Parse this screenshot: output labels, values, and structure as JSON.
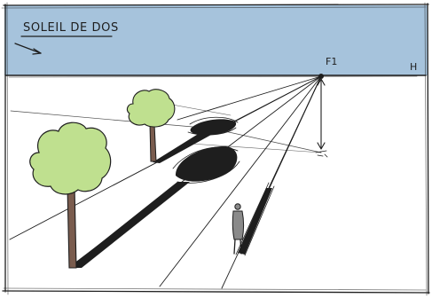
{
  "title": "SOLEIL DE DOS",
  "labels": {
    "vanishing_point": "F1",
    "horizon": "H"
  },
  "colors": {
    "sky": "#a6c3dc",
    "ground": "#ffffff",
    "ink": "#1e1e1e",
    "foliage": "#bfe08f",
    "trunk": "#7a5c4e",
    "figure": "#8a8a8a"
  },
  "icons": {
    "sun_direction": "arrow-down-right-icon"
  }
}
